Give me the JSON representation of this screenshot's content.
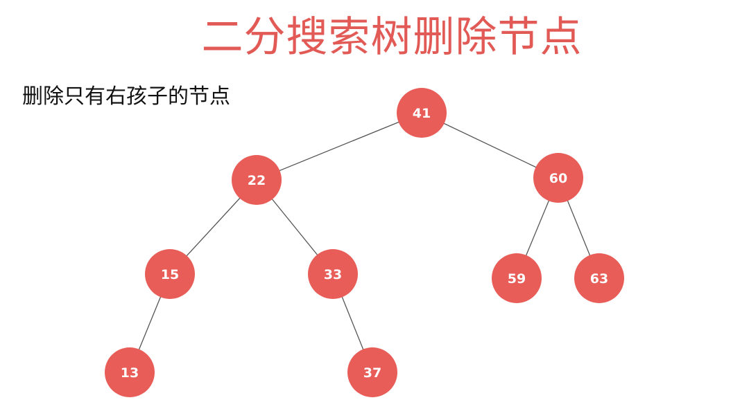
{
  "title": "二分搜索树删除节点",
  "subtitle": "删除只有右孩子的节点",
  "colors": {
    "title": "#e25a56",
    "node": "#e85d58",
    "edge": "#555555",
    "text": "#111111"
  },
  "tree": {
    "nodes": [
      {
        "id": "n41",
        "label": "41"
      },
      {
        "id": "n22",
        "label": "22"
      },
      {
        "id": "n60",
        "label": "60"
      },
      {
        "id": "n15",
        "label": "15"
      },
      {
        "id": "n33",
        "label": "33"
      },
      {
        "id": "n59",
        "label": "59"
      },
      {
        "id": "n63",
        "label": "63"
      },
      {
        "id": "n13",
        "label": "13"
      },
      {
        "id": "n37",
        "label": "37"
      }
    ],
    "edges": [
      {
        "from": "n41",
        "to": "n22"
      },
      {
        "from": "n41",
        "to": "n60"
      },
      {
        "from": "n22",
        "to": "n15"
      },
      {
        "from": "n22",
        "to": "n33"
      },
      {
        "from": "n60",
        "to": "n59"
      },
      {
        "from": "n60",
        "to": "n63"
      },
      {
        "from": "n15",
        "to": "n13"
      },
      {
        "from": "n33",
        "to": "n37"
      }
    ]
  }
}
